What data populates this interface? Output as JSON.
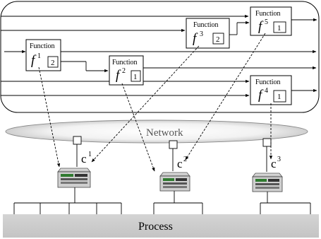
{
  "functions": [
    {
      "title": "Function",
      "symbol": "f",
      "superscript": "1",
      "id": "2"
    },
    {
      "title": "Function",
      "symbol": "f",
      "superscript": "2",
      "id": "1"
    },
    {
      "title": "Function",
      "symbol": "f",
      "superscript": "3",
      "id": "2"
    },
    {
      "title": "Function",
      "symbol": "f",
      "superscript": "4",
      "id": "1"
    },
    {
      "title": "Function",
      "symbol": "f",
      "superscript": "5",
      "id": "1"
    }
  ],
  "network": {
    "label": "Network"
  },
  "controllers": [
    {
      "label": "c",
      "superscript": "1"
    },
    {
      "label": "c",
      "superscript": "2"
    },
    {
      "label": "c",
      "superscript": "3"
    }
  ],
  "process": {
    "label": "Process"
  }
}
